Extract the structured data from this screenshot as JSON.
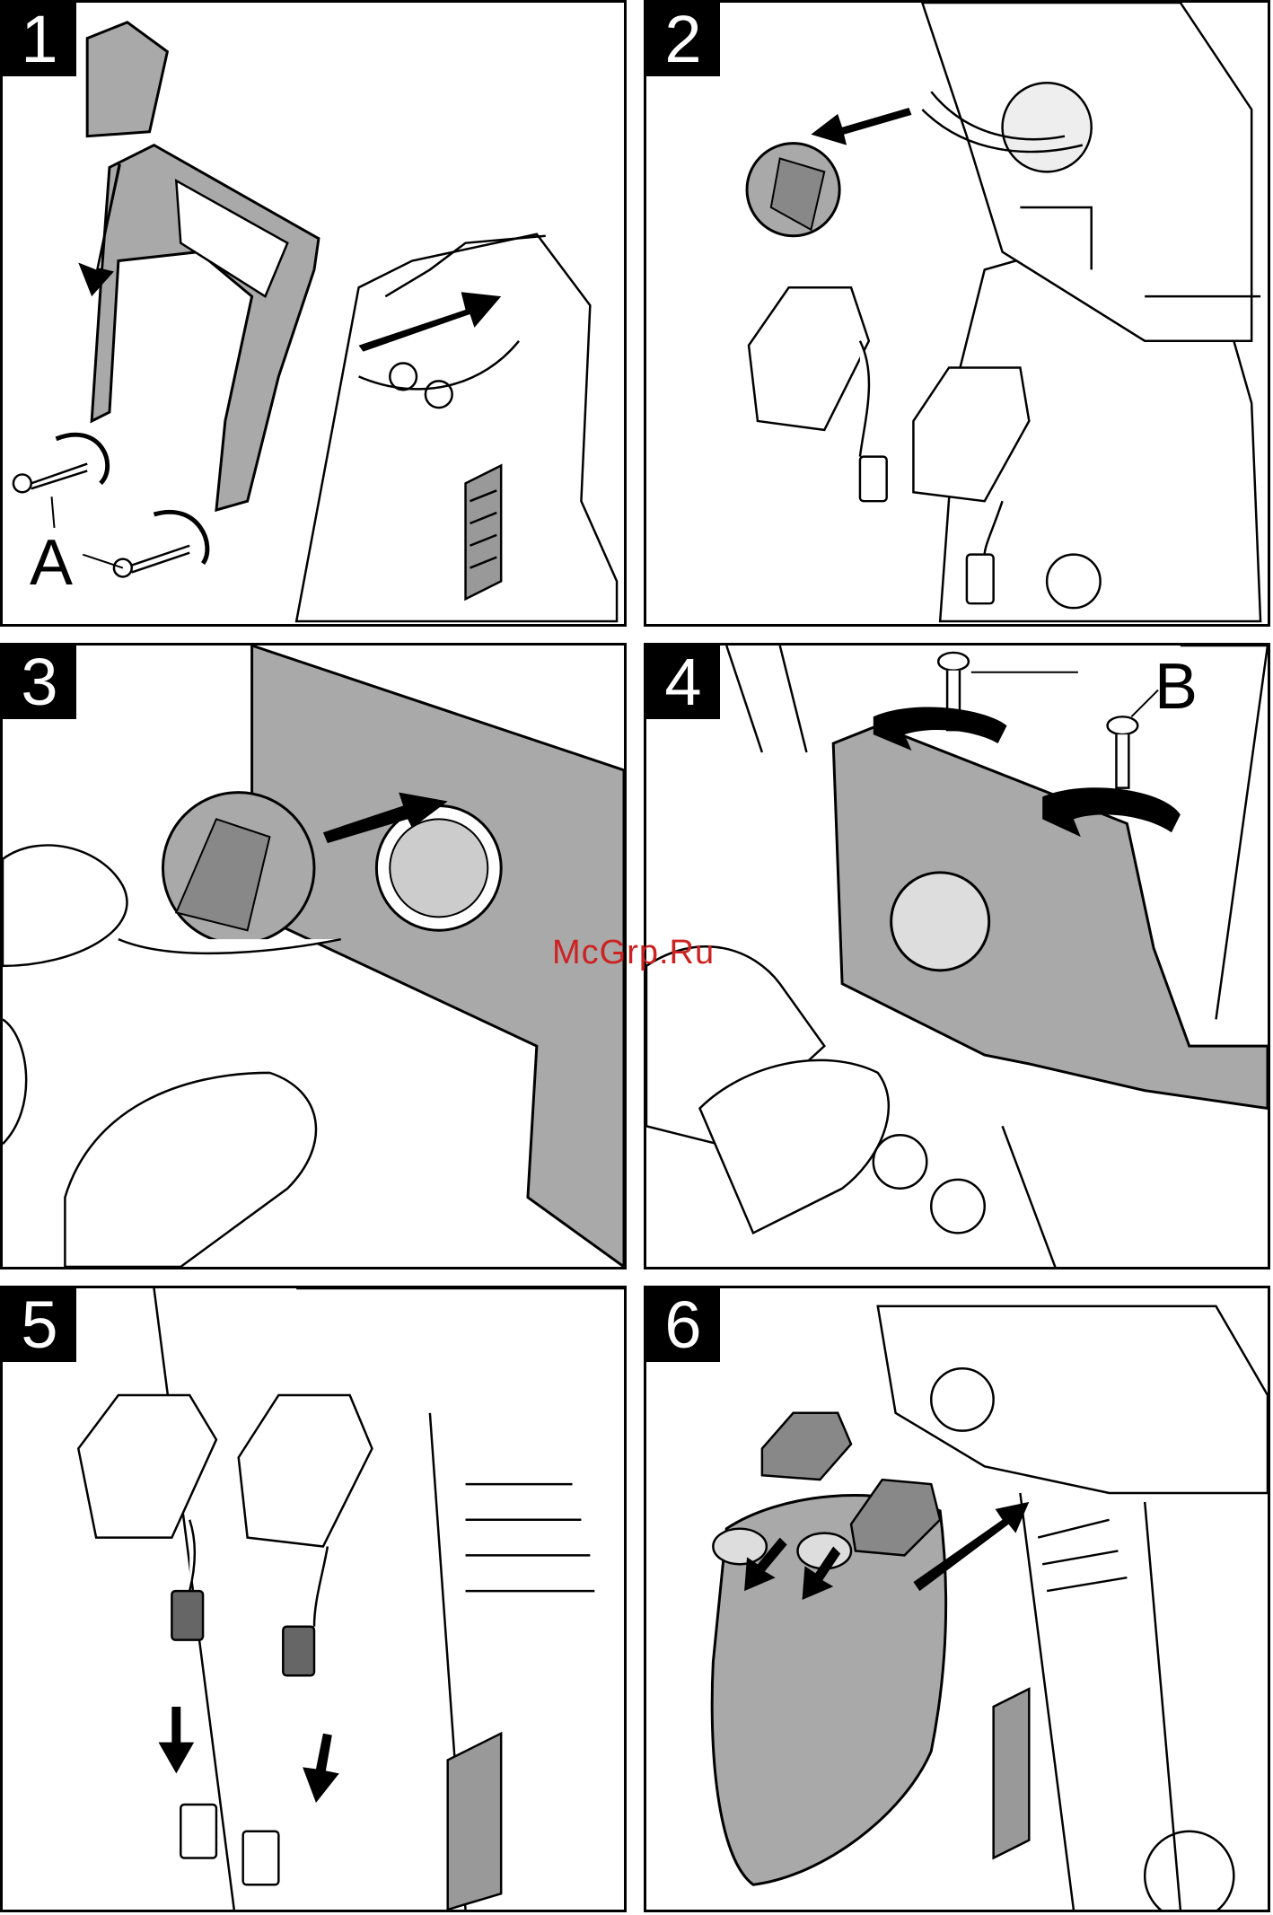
{
  "panels": [
    {
      "step": "1",
      "label": "A"
    },
    {
      "step": "2"
    },
    {
      "step": "3"
    },
    {
      "step": "4",
      "label": "B"
    },
    {
      "step": "5"
    },
    {
      "step": "6"
    }
  ],
  "watermark": "McGrp.Ru",
  "colors": {
    "part_fill": "#a9a9a9",
    "line": "#000000",
    "arrow": "#000000"
  }
}
